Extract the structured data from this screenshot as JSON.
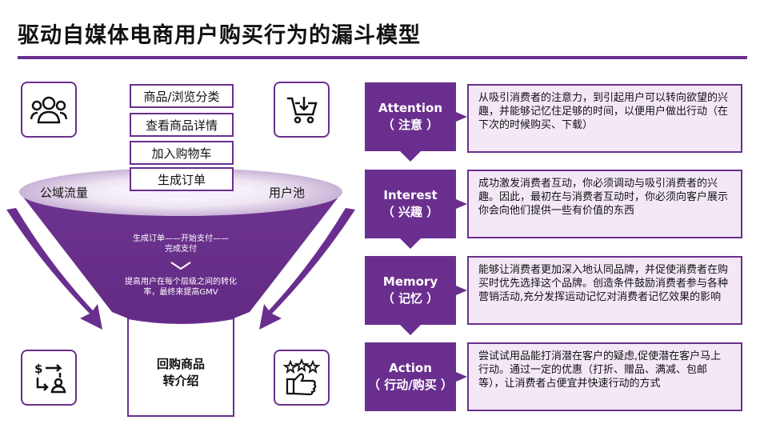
{
  "title": "驱动自媒体电商用户购买行为的漏斗模型",
  "funnel": {
    "steps": [
      "商品/浏览分类",
      "查看商品详情",
      "加入购物车",
      "生成订单"
    ],
    "left_label": "公域流量",
    "right_label": "用户池",
    "note1": [
      "生成订单——开始支付——",
      "完成支付"
    ],
    "note2": [
      "提高用户在每个层级之间的转化",
      "率，最终来提高GMV"
    ],
    "bottom": [
      "回购商品",
      "转介绍"
    ]
  },
  "icons": {
    "top_left": "users-icon",
    "top_right": "cart-download-icon",
    "bottom_left": "exchange-user-icon",
    "bottom_right": "thumbs-up-stars-icon"
  },
  "stages": [
    {
      "en": "Attention",
      "cn": "（ 注意 ）",
      "desc": "从吸引消费者的注意力，到引起用户可以转向欲望的兴趣，并能够记忆住足够的时间，以便用户做出行动（在下次的时候购买、下载）"
    },
    {
      "en": "Interest",
      "cn": "（ 兴趣 ）",
      "desc": "成功激发消费者互动，你必须调动与吸引消费者的兴趣。因此，最初在与消费者互动时，你必须向客户展示你会向他们提供一些有价值的东西"
    },
    {
      "en": "Memory",
      "cn": "（ 记忆 ）",
      "desc": " 能够让消费者更加深入地认同品牌，并促使消费者在购买时优先选择这个品牌。创造条件鼓励消费者参与各种营销活动,充分发挥运动记忆对消费者记忆效果的影响"
    },
    {
      "en": "Action",
      "cn": "（ 行动/购买 ）",
      "desc": "尝试试用品能打消潜在客户的疑虑,促使潜在客户马上行动。通过一定的优惠（打折、赠品、满减、包邮等），让消费者占便宜并快速行动的方式"
    }
  ],
  "colors": {
    "accent": "#6a2f8e",
    "light": "#f4e8f7"
  }
}
